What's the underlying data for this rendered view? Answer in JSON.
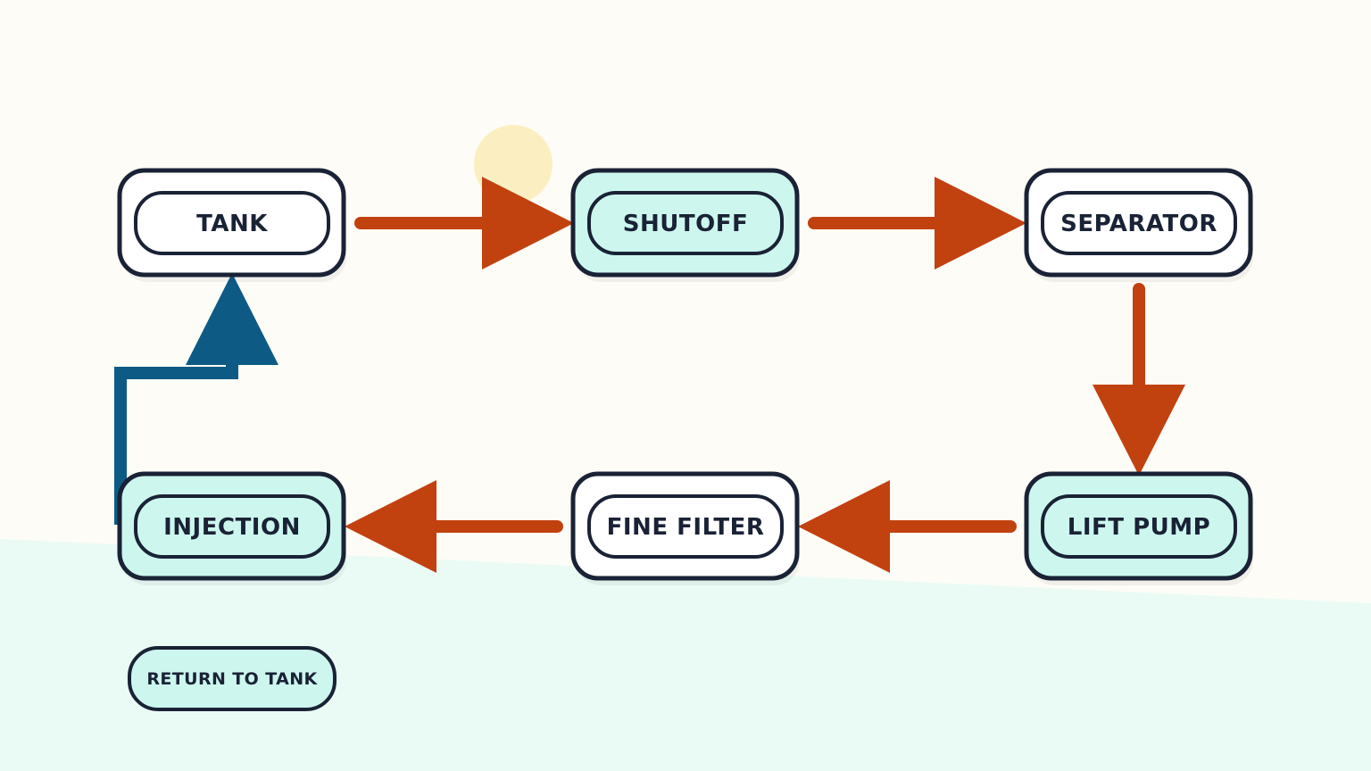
{
  "diagram": {
    "nodes": [
      {
        "id": "tank",
        "label": "TANK",
        "highlighted": false
      },
      {
        "id": "shutoff",
        "label": "SHUTOFF",
        "highlighted": true
      },
      {
        "id": "separator",
        "label": "SEPARATOR",
        "highlighted": false
      },
      {
        "id": "lift-pump",
        "label": "LIFT PUMP",
        "highlighted": true
      },
      {
        "id": "fine-filter",
        "label": "FINE FILTER",
        "highlighted": false
      },
      {
        "id": "injection",
        "label": "INJECTION",
        "highlighted": true
      }
    ],
    "edges": [
      {
        "from": "tank",
        "to": "shutoff",
        "kind": "forward"
      },
      {
        "from": "shutoff",
        "to": "separator",
        "kind": "forward"
      },
      {
        "from": "separator",
        "to": "lift-pump",
        "kind": "forward"
      },
      {
        "from": "lift-pump",
        "to": "fine-filter",
        "kind": "forward"
      },
      {
        "from": "fine-filter",
        "to": "injection",
        "kind": "forward"
      },
      {
        "from": "injection",
        "to": "tank",
        "kind": "return"
      }
    ],
    "legend": {
      "label": "RETURN TO TANK"
    }
  },
  "colors": {
    "background": "#fdfcf6",
    "lower_band": "#eafbf5",
    "node_border": "#1a2236",
    "node_fill": "#ffffff",
    "node_fill_highlight": "#cdf7ee",
    "forward_arrow": "#c1410f",
    "return_arrow": "#0d5a85",
    "sun": "#fbefc2"
  }
}
